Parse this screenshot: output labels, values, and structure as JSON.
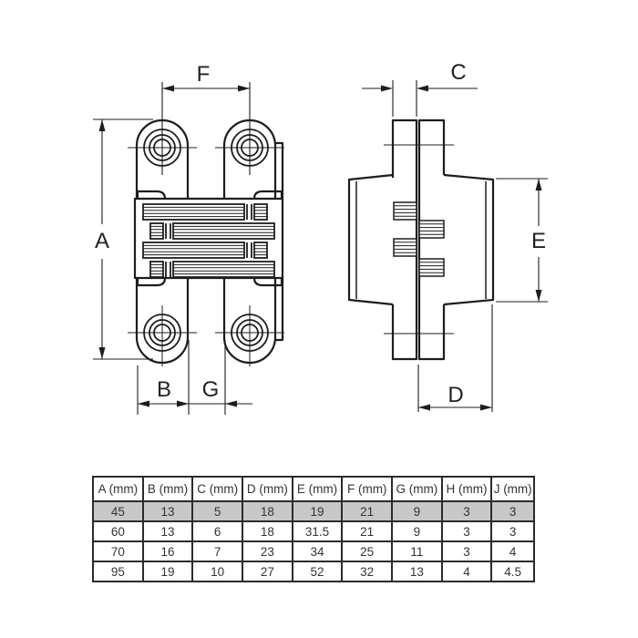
{
  "drawing": {
    "title": "concealed-hinge-two-view-drawing",
    "labels": {
      "A": "A",
      "B": "B",
      "C": "C",
      "D": "D",
      "E": "E",
      "F": "F",
      "G": "G"
    }
  },
  "table": {
    "headers": [
      "A (mm)",
      "B (mm)",
      "C (mm)",
      "D (mm)",
      "E (mm)",
      "F (mm)",
      "G (mm)",
      "H (mm)",
      "J (mm)"
    ],
    "rows": [
      [
        "45",
        "13",
        "5",
        "18",
        "19",
        "21",
        "9",
        "3",
        "3"
      ],
      [
        "60",
        "13",
        "6",
        "18",
        "31.5",
        "21",
        "9",
        "3",
        "3"
      ],
      [
        "70",
        "16",
        "7",
        "23",
        "34",
        "25",
        "11",
        "3",
        "4"
      ],
      [
        "95",
        "19",
        "10",
        "27",
        "52",
        "32",
        "13",
        "4",
        "4.5"
      ]
    ],
    "highlighted_row_index": 0
  },
  "colors": {
    "line": "#1d1d1d",
    "table_border": "#2b2b2b",
    "table_text": "#333333",
    "highlight_row": "#c8c8c8",
    "background": "#ffffff"
  }
}
